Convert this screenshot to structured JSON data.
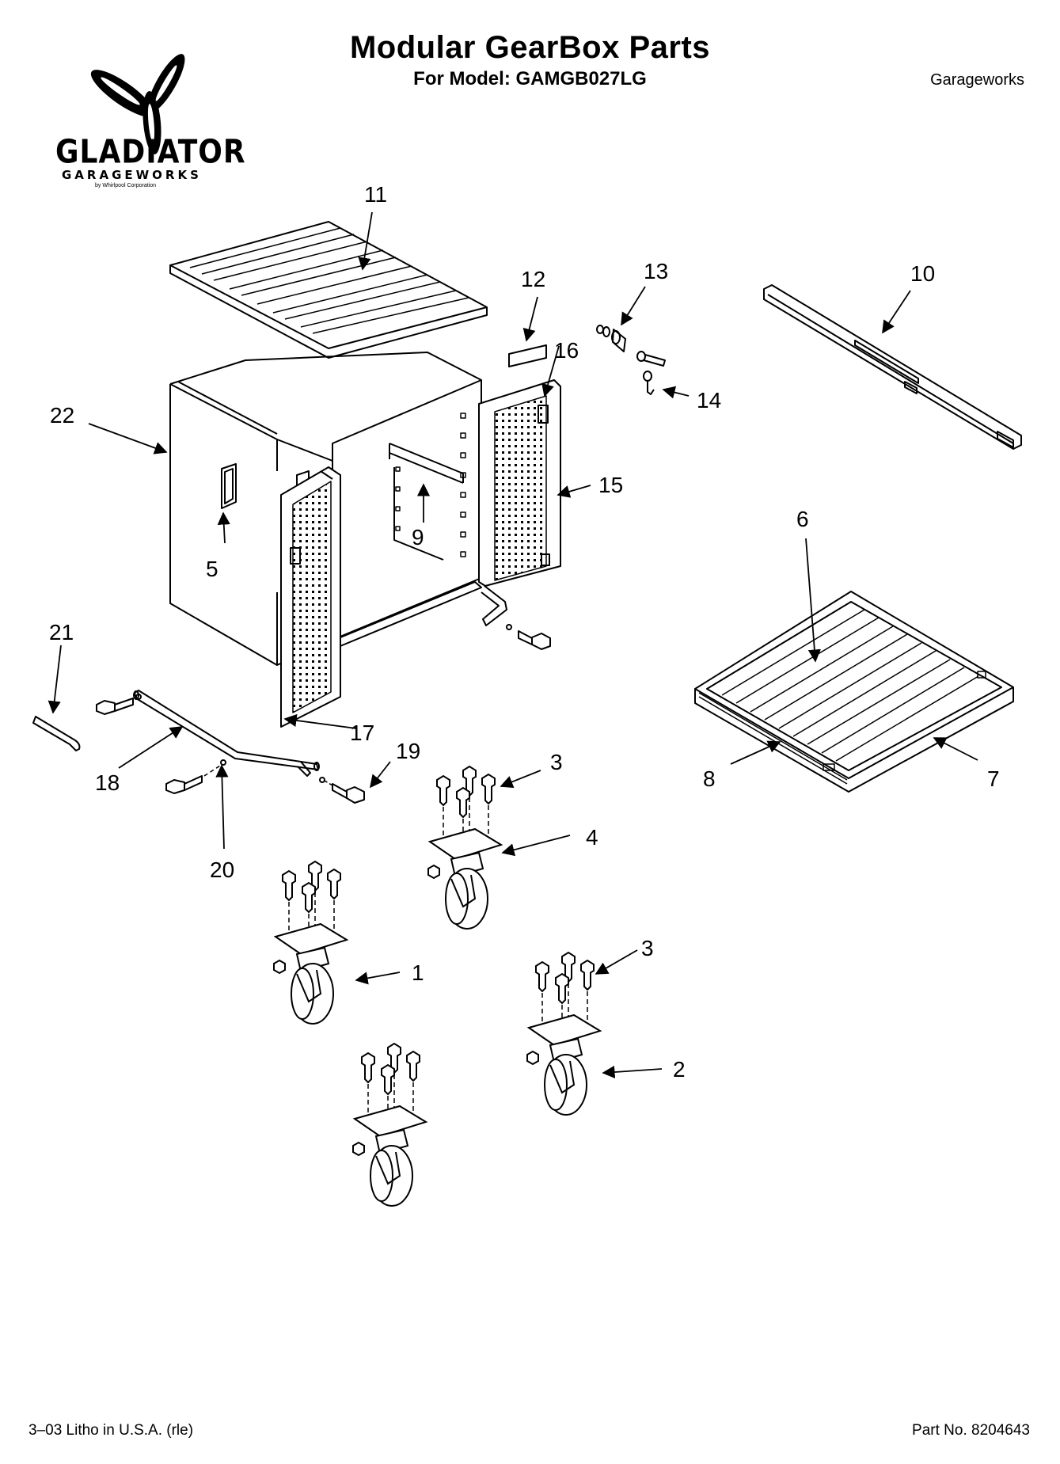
{
  "header": {
    "title": "Modular GearBox Parts",
    "subtitle": "For Model: GAMGB027LG",
    "brand": "Garageworks"
  },
  "logo": {
    "word": "GLADIATOR",
    "sub": "GARAGEWORKS",
    "tiny": "by Whirlpool Corporation"
  },
  "callouts": [
    {
      "id": "1",
      "label": "1"
    },
    {
      "id": "2",
      "label": "2"
    },
    {
      "id": "3a",
      "label": "3"
    },
    {
      "id": "3b",
      "label": "3"
    },
    {
      "id": "4",
      "label": "4"
    },
    {
      "id": "5",
      "label": "5"
    },
    {
      "id": "6",
      "label": "6"
    },
    {
      "id": "7",
      "label": "7"
    },
    {
      "id": "8",
      "label": "8"
    },
    {
      "id": "9",
      "label": "9"
    },
    {
      "id": "10",
      "label": "10"
    },
    {
      "id": "11",
      "label": "11"
    },
    {
      "id": "12",
      "label": "12"
    },
    {
      "id": "13",
      "label": "13"
    },
    {
      "id": "14",
      "label": "14"
    },
    {
      "id": "15",
      "label": "15"
    },
    {
      "id": "16",
      "label": "16"
    },
    {
      "id": "17",
      "label": "17"
    },
    {
      "id": "18",
      "label": "18"
    },
    {
      "id": "19",
      "label": "19"
    },
    {
      "id": "20",
      "label": "20"
    },
    {
      "id": "21",
      "label": "21"
    },
    {
      "id": "22",
      "label": "22"
    }
  ],
  "footer": {
    "left": "3–03 Litho in U.S.A. (rle)",
    "right": "Part No. 8204643"
  }
}
